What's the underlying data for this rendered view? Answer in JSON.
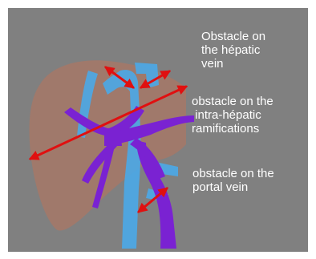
{
  "labels": {
    "hepatic_vein": [
      "Obstacle on",
      "the hépatic",
      "vein"
    ],
    "intra_hepatic": [
      "obstacle on the",
      " intra-hépatic",
      "ramifications"
    ],
    "portal_vein": [
      "obstacle on the",
      "portal vein"
    ]
  },
  "colors": {
    "background": "#808080",
    "liver": "#b9735a",
    "hepatic_vein": "#4aa8e8",
    "portal_vein": "#7a22d2",
    "arrow": "#e01010"
  }
}
